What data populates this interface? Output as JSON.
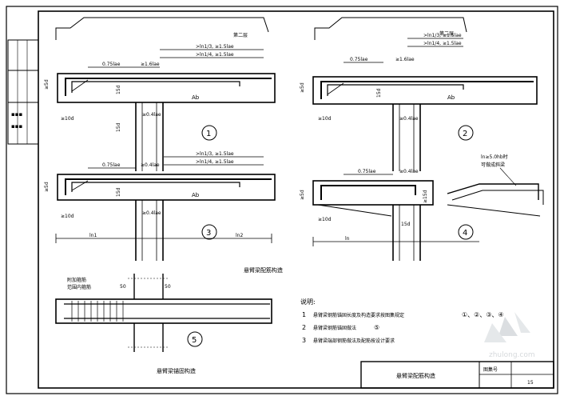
{
  "detail_labels": {
    "d1": "1",
    "d2": "2",
    "d3": "3",
    "d4": "4",
    "d5": "5"
  },
  "dims": {
    "top_left_a": ">ln1/3, ≥1.5lae",
    "top_left_b": ">ln1/4, ≥1.5lae",
    "top_left_c": "0.75lae",
    "top_left_d": "≥1.6lae",
    "top_right_a": ">ln1/3, ≥1.5lae",
    "top_right_b": ">ln1/4, ≥1.5lae",
    "top_right_c": "0.75lae",
    "top_right_d": "≥1.6lae",
    "mid_left_a": ">ln1/3, ≥1.5lae",
    "mid_left_b": ">ln1/4, ≥1.5lae",
    "mid_left_c": "0.75lae",
    "mid_left_d": "≥0.4lae",
    "mid_right_c": "0.75lae",
    "mid_right_d": "≥0.4lae",
    "ln_left_1": "ln1",
    "ln_left_2": "ln2",
    "ln_right_1": "ln",
    "col_h": "≥0.4lae",
    "beam_sym": "Ab",
    "fifty_a": "50",
    "fifty_b": "50"
  },
  "captions": {
    "cap_main": "悬臂梁配筋构造",
    "cap_5": "悬臂梁锚固构造",
    "cap_title": "悬臂梁配筋构造"
  },
  "notes": {
    "heading": "说明:",
    "n1_num": "1",
    "n1": "悬臂梁钢筋锚固长度及构造要求按图集规定",
    "n1_ref": "①、②、③、④",
    "n2_num": "2",
    "n2": "悬臂梁钢筋锚固做法",
    "n2_ref": "⑤",
    "n3_num": "3",
    "n3": "悬臂梁端部钢筋做法及配筋按设计要求"
  },
  "title_block": {
    "drawing_no_label": "图集号",
    "page": "15"
  },
  "watermark": "zhulong.com"
}
